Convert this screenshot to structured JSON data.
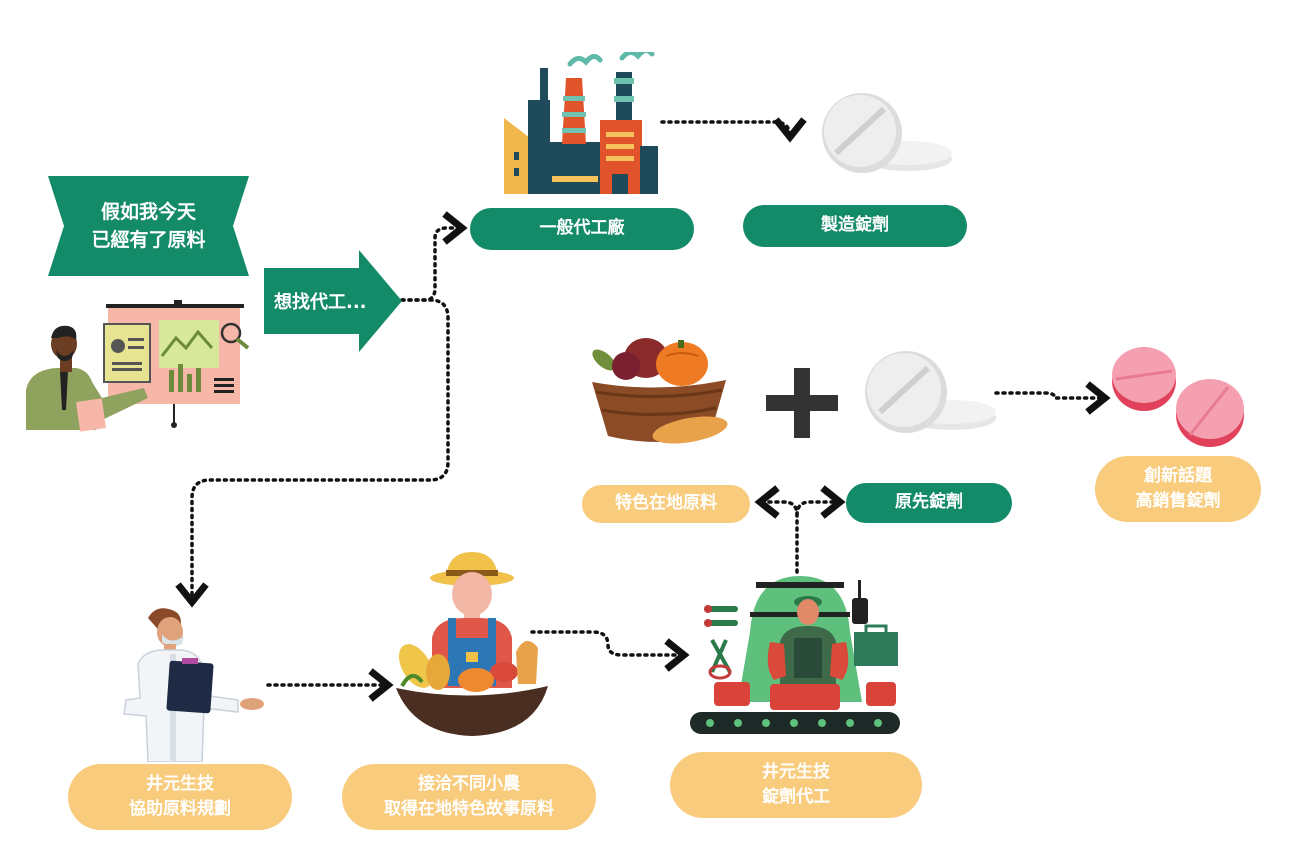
{
  "colors": {
    "green": "#138a68",
    "tan": "#f8cb7d",
    "dotted": "#111111"
  },
  "intro": {
    "line1": "假如我今天",
    "line2": "已經有了原料"
  },
  "seek": {
    "label": "想找代工..."
  },
  "general_factory": {
    "label": "一般代工廠"
  },
  "make_tablet": {
    "label": "製造錠劑"
  },
  "local_material": {
    "label": "特色在地原料"
  },
  "original_tablet": {
    "label": "原先錠劑"
  },
  "innovation": {
    "line1": "創新話題",
    "line2": "高銷售錠劑"
  },
  "planning": {
    "line1": "井元生技",
    "line2": "協助原料規劃"
  },
  "farmers": {
    "line1": "接洽不同小農",
    "line2": "取得在地特色故事原料"
  },
  "oem": {
    "line1": "井元生技",
    "line2": "錠劑代工"
  },
  "icons": [
    "presenter-icon",
    "factory-icon",
    "tablet-icon",
    "produce-basket-icon",
    "plus-icon",
    "pink-tablet-icon",
    "doctor-icon",
    "farmer-icon",
    "machine-worker-icon"
  ]
}
